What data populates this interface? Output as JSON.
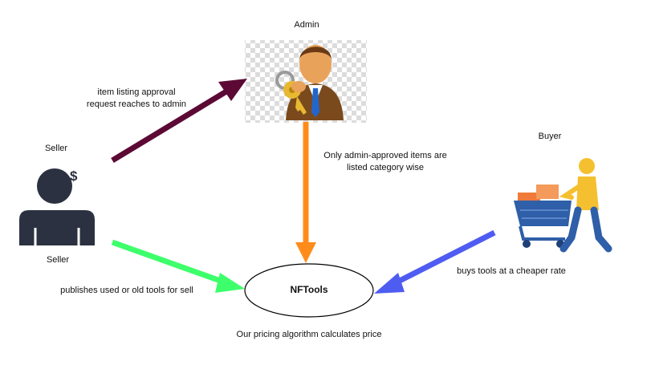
{
  "roles": {
    "admin": "Admin",
    "seller_top": "Seller",
    "seller_bottom": "Seller",
    "buyer": "Buyer"
  },
  "center": {
    "label": "NFTools"
  },
  "annotations": {
    "seller_to_admin_line1": "item listing approval",
    "seller_to_admin_line2": "request reaches to admin",
    "admin_to_center_line1": "Only admin-approved items are",
    "admin_to_center_line2": "listed category wise",
    "seller_to_center": "publishes used or old tools for sell",
    "buyer_to_center": "buys tools at a cheaper rate",
    "pricing": "Our pricing algorithm calculates price"
  },
  "icons": {
    "admin": "admin-with-key-icon",
    "seller": "seller-person-dollar-icon",
    "buyer": "buyer-shopping-cart-icon"
  },
  "colors": {
    "seller_to_admin_arrow": "#5c0a35",
    "admin_to_center_arrow": "#ff8c1a",
    "seller_to_center_arrow": "#3dff6b",
    "buyer_to_center_arrow": "#4f5cf2",
    "seller_icon": "#2b3140",
    "buyer_cart": "#2e5fa8",
    "buyer_person": "#f5c030"
  }
}
